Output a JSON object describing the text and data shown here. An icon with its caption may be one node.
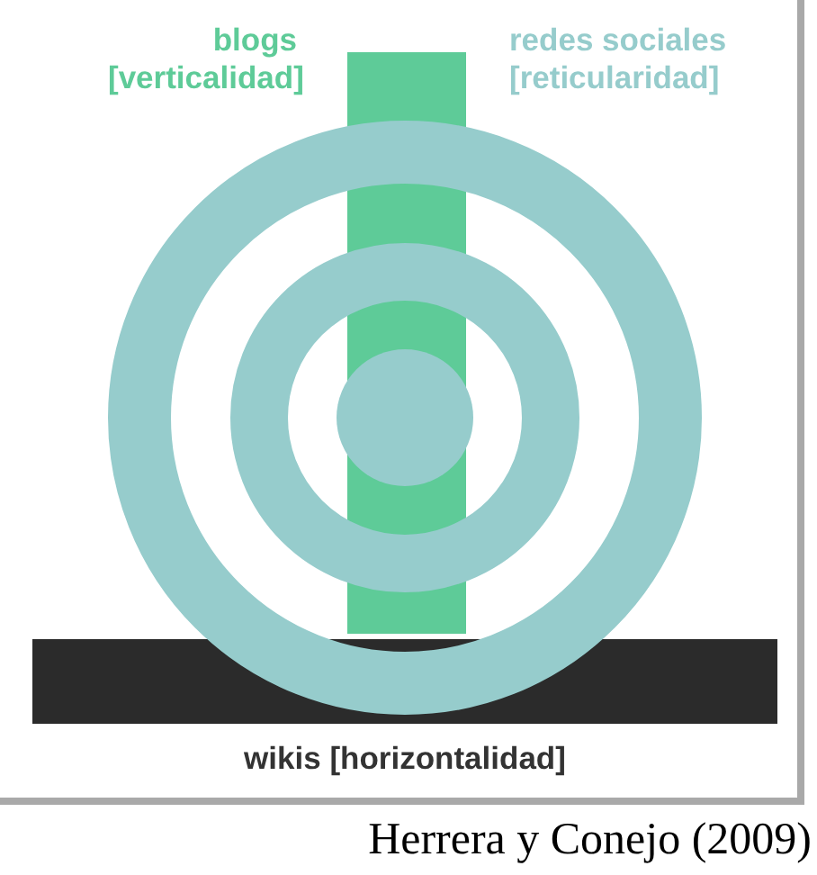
{
  "diagram": {
    "caption": "Herrera y Conejo (2009)",
    "nodes": [
      {
        "text": [
          "blogs [verticalidad]"
        ]
      },
      {
        "text": [
          "redes sociales [reticularidad]"
        ]
      },
      {
        "text": [
          "wikis [horizontalidad]"
        ]
      }
    ]
  }
}
